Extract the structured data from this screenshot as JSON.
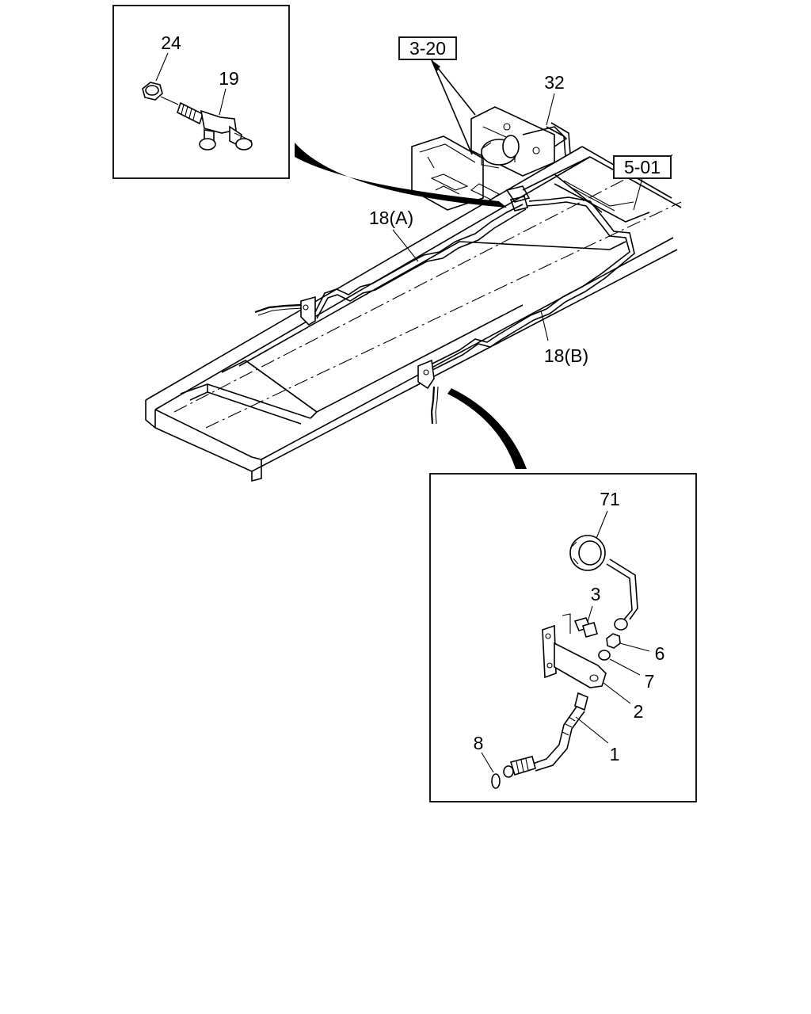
{
  "callouts": {
    "ref_3_20": "3-20",
    "ref_5_01": "5-01",
    "part_24": "24",
    "part_19": "19",
    "part_32": "32",
    "pipe_18a": "18(A)",
    "pipe_18b": "18(B)",
    "part_71": "71",
    "part_3": "3",
    "part_6": "6",
    "part_7": "7",
    "part_2": "2",
    "part_1": "1",
    "part_8": "8"
  }
}
